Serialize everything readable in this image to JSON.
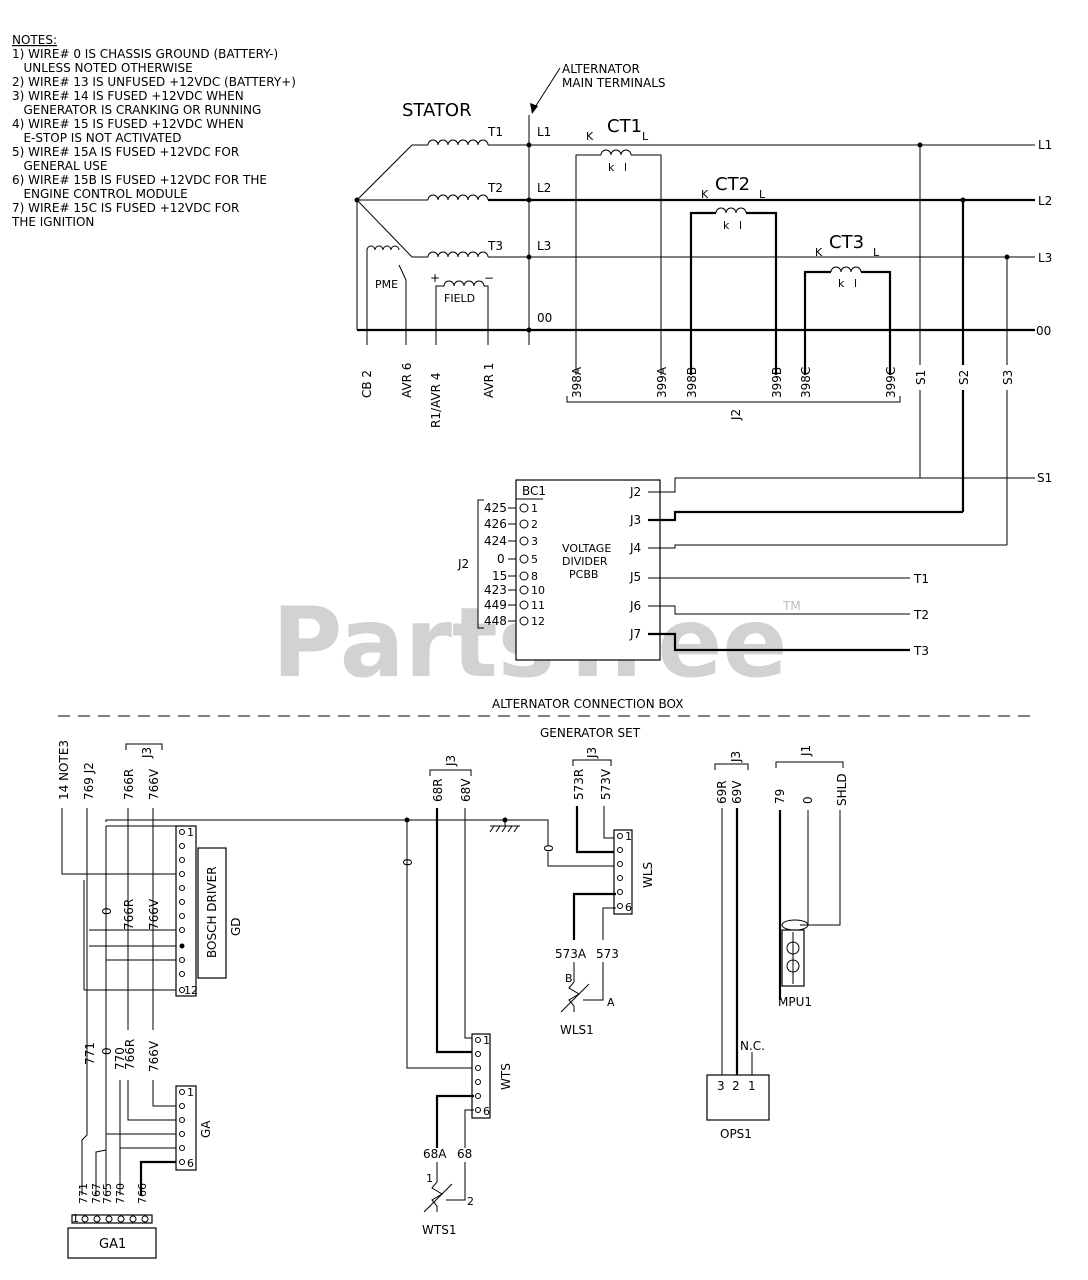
{
  "notes": {
    "heading": "NOTES:",
    "lines": [
      "1) WIRE# 0 IS CHASSIS GROUND (BATTERY-)",
      "   UNLESS NOTED OTHERWISE",
      "2) WIRE# 13 IS UNFUSED +12VDC (BATTERY+)",
      "3) WIRE# 14 IS FUSED +12VDC WHEN",
      "   GENERATOR IS CRANKING OR RUNNING",
      "4) WIRE# 15 IS FUSED +12VDC WHEN",
      "   E-STOP IS NOT ACTIVATED",
      "5) WIRE# 15A IS FUSED +12VDC FOR",
      "   GENERAL USE",
      "6) WIRE# 15B IS FUSED +12VDC FOR THE",
      "   ENGINE CONTROL MODULE",
      "7) WIRE# 15C IS FUSED +12VDC FOR",
      "THE IGNITION"
    ]
  },
  "alternator": {
    "stator_label": "STATOR",
    "main_terminals": [
      "ALTERNATOR",
      "MAIN TERMINALS"
    ],
    "windings": [
      "T1",
      "T2",
      "T3"
    ],
    "lines": [
      "L1",
      "L2",
      "L3"
    ],
    "neutral": "00",
    "pme": "PME",
    "field": "FIELD",
    "field_plus": "+",
    "field_minus": "−",
    "bottom_wires": [
      "CB 2",
      "AVR 6",
      "R1/AVR 4",
      "AVR 1"
    ],
    "cts": [
      {
        "name": "CT1",
        "k_upper": "K",
        "l_upper": "L",
        "k_lower": "k",
        "l_lower": "l",
        "wires": [
          "398A",
          "399A"
        ]
      },
      {
        "name": "CT2",
        "k_upper": "K",
        "l_upper": "L",
        "k_lower": "k",
        "l_lower": "l",
        "wires": [
          "398B",
          "399B"
        ]
      },
      {
        "name": "CT3",
        "k_upper": "K",
        "l_upper": "L",
        "k_lower": "k",
        "l_lower": "l",
        "wires": [
          "398C",
          "399C"
        ]
      }
    ],
    "ct_connector": "J2",
    "sense_wires": [
      "S1",
      "S2",
      "S3"
    ],
    "outputs": [
      "L1",
      "L2",
      "L3",
      "00"
    ]
  },
  "vdpcb": {
    "header": "BC1",
    "name_lines": [
      "VOLTAGE",
      "DIVIDER",
      "PCBB"
    ],
    "connector": "J2",
    "pins": [
      {
        "wire": "425",
        "pin": "1"
      },
      {
        "wire": "426",
        "pin": "2"
      },
      {
        "wire": "424",
        "pin": "3"
      },
      {
        "wire": "0",
        "pin": "5"
      },
      {
        "wire": "15",
        "pin": "8"
      },
      {
        "wire": "423",
        "pin": "10"
      },
      {
        "wire": "449",
        "pin": "11"
      },
      {
        "wire": "448",
        "pin": "12"
      }
    ],
    "jacks": [
      "J2",
      "J3",
      "J4",
      "J5",
      "J6",
      "J7"
    ],
    "outputs": [
      "S1",
      "T1",
      "T2",
      "T3"
    ]
  },
  "watermark": {
    "text": "PartsTree",
    "tm": "TM"
  },
  "sections": {
    "top": "ALTERNATOR CONNECTION BOX",
    "bottom": "GENERATOR SET"
  },
  "gd": {
    "top_wires": [
      "14 NOTE3",
      "769 J2",
      "766R",
      "766V"
    ],
    "j3": "J3",
    "name": "BOSCH DRIVER",
    "code": "GD",
    "pin_first": "1",
    "pin_last": "12",
    "inner_wires": [
      "0",
      "766R",
      "766V"
    ],
    "lower_wires": [
      "771",
      "0",
      "770",
      "766R",
      "766V"
    ]
  },
  "ga": {
    "code": "GA",
    "pin_first": "1",
    "pin_last": "6",
    "ga1_wires": [
      "771",
      "767",
      "765",
      "770",
      "766"
    ],
    "ga1_pin": "1",
    "ga1_name": "GA1"
  },
  "wts": {
    "j3": "J3",
    "wires": [
      "68R",
      "68V"
    ],
    "ground_wire": "0",
    "code": "WTS",
    "pin_first": "1",
    "pin_last": "6",
    "sensor_wires": [
      "68A",
      "68"
    ],
    "sensor_pins": [
      "1",
      "2"
    ],
    "sensor": "WTS1"
  },
  "wls": {
    "j3": "J3",
    "wires": [
      "573R",
      "573V"
    ],
    "ground_wire": "0",
    "code": "WLS",
    "pin_first": "1",
    "pin_last": "6",
    "sensor_wires": [
      "573A",
      "573"
    ],
    "sensor_pins": [
      "B",
      "A"
    ],
    "sensor": "WLS1"
  },
  "ops": {
    "j3": "J3",
    "wires": [
      "69R",
      "69V"
    ],
    "nc": "N.C.",
    "pins": [
      "3",
      "2",
      "1"
    ],
    "name": "OPS1"
  },
  "mpu": {
    "j1": "J1",
    "wires": [
      "79",
      "0",
      "SHLD"
    ],
    "name": "MPU1"
  }
}
